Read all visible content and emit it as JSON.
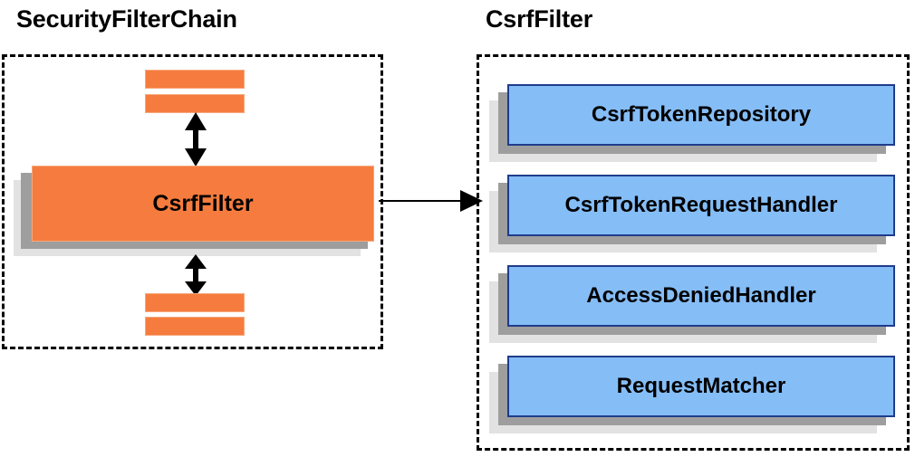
{
  "diagram": {
    "title_left": "SecurityFilterChain",
    "title_right": "CsrfFilter",
    "left_panel": {
      "filter_label": "CsrfFilter",
      "bars": [
        {
          "name": "filter-bar-top-1"
        },
        {
          "name": "filter-bar-top-2"
        },
        {
          "name": "filter-bar-bottom-1"
        },
        {
          "name": "filter-bar-bottom-2"
        }
      ],
      "arrows": [
        {
          "name": "bidirectional-arrow-top",
          "direction": "up-down"
        },
        {
          "name": "bidirectional-arrow-bottom",
          "direction": "up-down"
        }
      ]
    },
    "connector": {
      "name": "csrffilter-to-detail-arrow",
      "direction": "right"
    },
    "right_panel": {
      "components": [
        {
          "label": "CsrfTokenRepository"
        },
        {
          "label": "CsrfTokenRequestHandler"
        },
        {
          "label": "AccessDeniedHandler"
        },
        {
          "label": "RequestMatcher"
        }
      ]
    },
    "colors": {
      "orange_fill": "#f57c3e",
      "orange_border": "#f6a87e",
      "blue_fill": "#85bdf7",
      "blue_border": "#1f3c8c",
      "shadow_dark": "#9e9e9e",
      "shadow_light": "#e2e2e2",
      "outline": "#000000",
      "background": "#ffffff"
    }
  }
}
